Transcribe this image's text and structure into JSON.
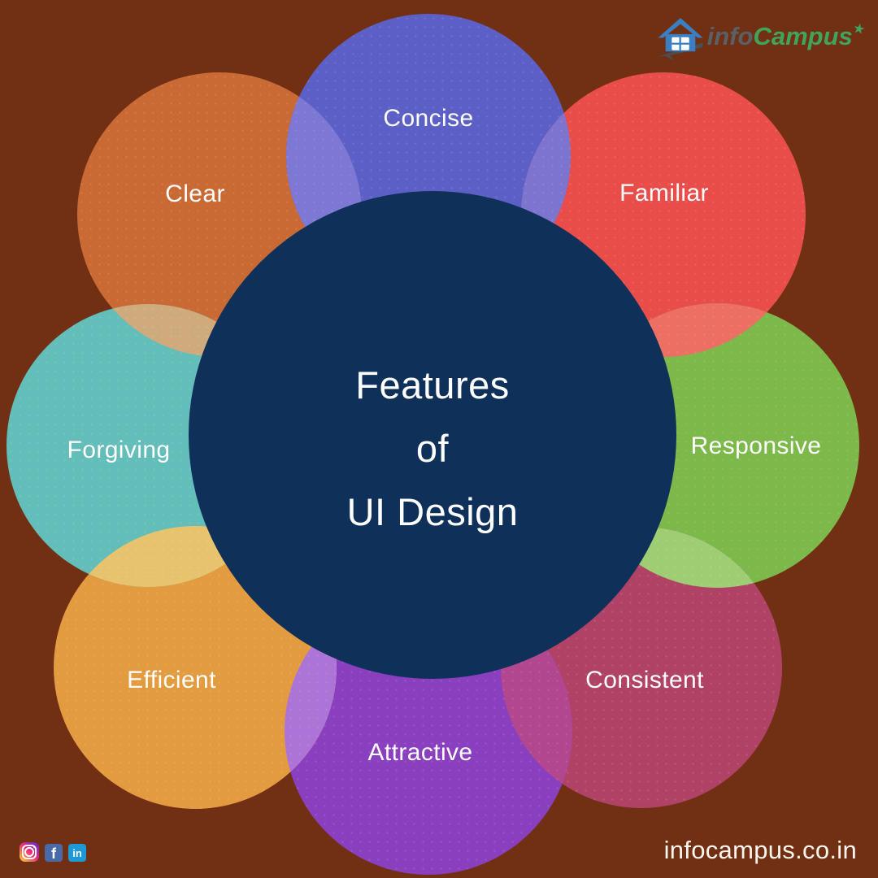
{
  "page": {
    "background": "#713013"
  },
  "logo": {
    "info": "info",
    "campus": "Campus",
    "star": "★",
    "info_color": "#596066",
    "campus_color": "#3fa45c",
    "house_color": "#3a7fc1",
    "swoosh_color": "#4a4f54"
  },
  "title": {
    "line1": "Features",
    "line2": "of",
    "line3": "UI Design"
  },
  "center_circle": {
    "color": "#0e3059"
  },
  "features": [
    {
      "id": "concise",
      "label": "Concise",
      "color": "#5c60c6"
    },
    {
      "id": "familiar",
      "label": "Familiar",
      "color": "#e84d4a"
    },
    {
      "id": "responsive",
      "label": "Responsive",
      "color": "#7db84b"
    },
    {
      "id": "consistent",
      "label": "Consistent",
      "color": "#b04365"
    },
    {
      "id": "attractive",
      "label": "Attractive",
      "color": "#8a3fbf"
    },
    {
      "id": "efficient",
      "label": "Efficient",
      "color": "#e39b3f"
    },
    {
      "id": "forgiving",
      "label": "Forgiving",
      "color": "#63bdb9"
    },
    {
      "id": "clear",
      "label": "Clear",
      "color": "#c96a35"
    }
  ],
  "overlaps": [
    {
      "between": "clear-concise",
      "color": "#7c78d4"
    },
    {
      "between": "concise-familiar",
      "color": "#7c74ce"
    },
    {
      "between": "familiar-responsive",
      "color": "#ed6e62"
    },
    {
      "between": "responsive-consistent",
      "color": "#9ecd74"
    },
    {
      "between": "consistent-attractive",
      "color": "#b2478f"
    },
    {
      "between": "attractive-efficient",
      "color": "#ac74d6"
    },
    {
      "between": "efficient-forgiving",
      "color": "#e8c36e"
    },
    {
      "between": "forgiving-clear",
      "color": "#ceaa7c"
    }
  ],
  "footer": {
    "website": "infocampus.co.in"
  },
  "social": [
    {
      "name": "instagram",
      "glyph": ""
    },
    {
      "name": "facebook",
      "glyph": "f"
    },
    {
      "name": "linkedin",
      "glyph": "in"
    }
  ]
}
